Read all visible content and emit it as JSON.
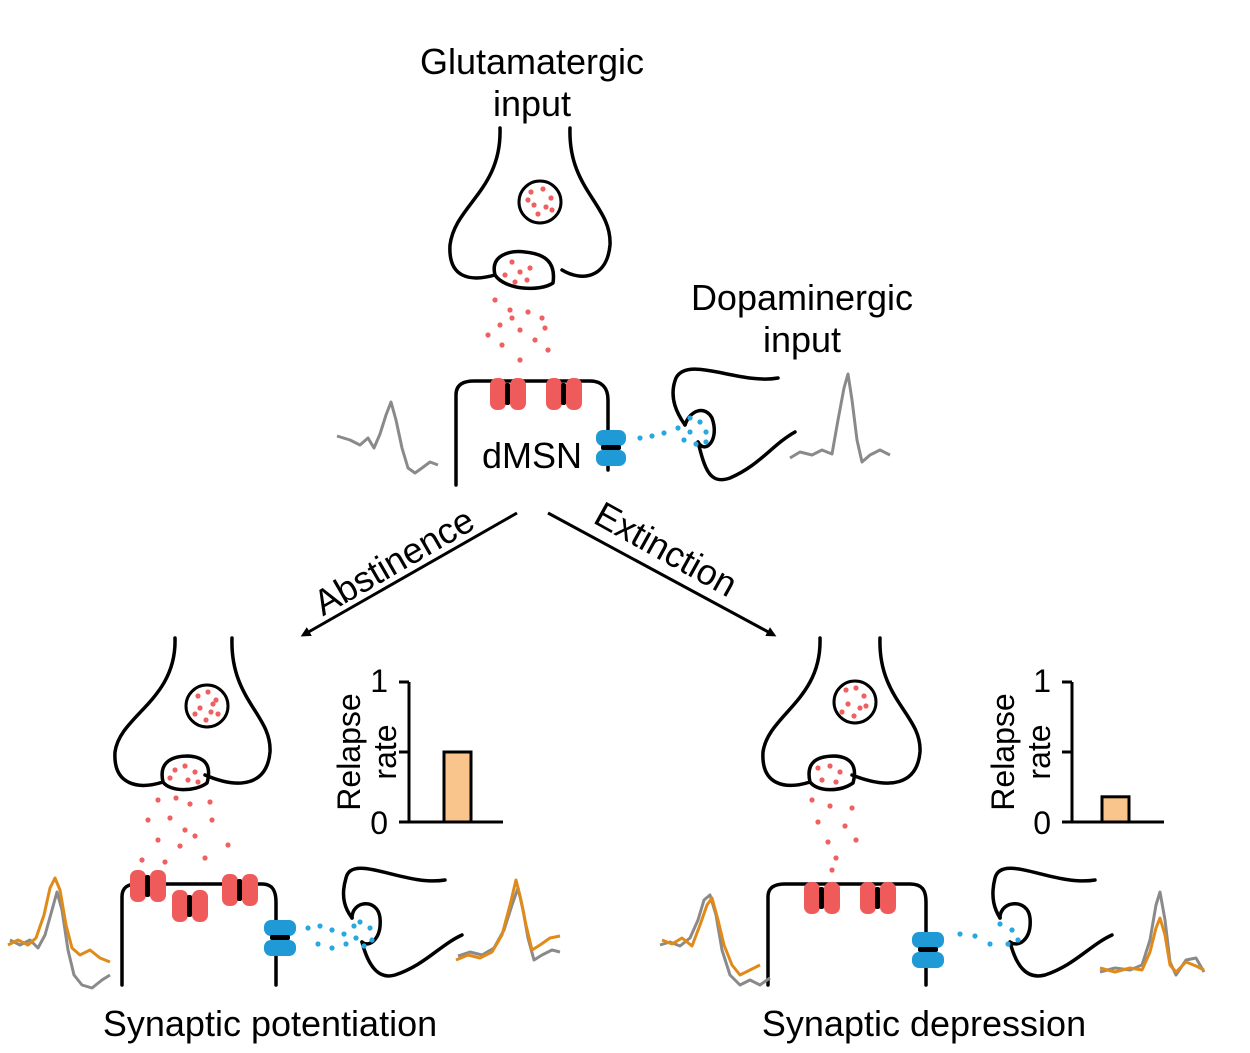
{
  "labels": {
    "glutamatergic_line1": "Glutamatergic",
    "glutamatergic_line2": "input",
    "dopaminergic_line1": "Dopaminergic",
    "dopaminergic_line2": "input",
    "cell": "dMSN",
    "abstinence": "Abstinence",
    "extinction": "Extinction",
    "potentiation": "Synaptic potentiation",
    "depression": "Synaptic depression"
  },
  "colors": {
    "glutamate": "#f06060",
    "receptor": "#ef5b5b",
    "dopamine": "#28a8e0",
    "d1_receptor": "#1f9ad6",
    "bar_fill": "#f9c58c",
    "trace_grey": "#888888",
    "trace_orange": "#e08a1a"
  },
  "chart_data": [
    {
      "type": "bar",
      "panel": "abstinence",
      "ylabel_line1": "Relapse",
      "ylabel_line2": "rate",
      "ylim": [
        0,
        1
      ],
      "ticks": [
        "0",
        "1"
      ],
      "values": [
        0.5
      ]
    },
    {
      "type": "bar",
      "panel": "extinction",
      "ylabel_line1": "Relapse",
      "ylabel_line2": "rate",
      "ylim": [
        0,
        1
      ],
      "ticks": [
        "0",
        "1"
      ],
      "values": [
        0.18
      ]
    }
  ]
}
